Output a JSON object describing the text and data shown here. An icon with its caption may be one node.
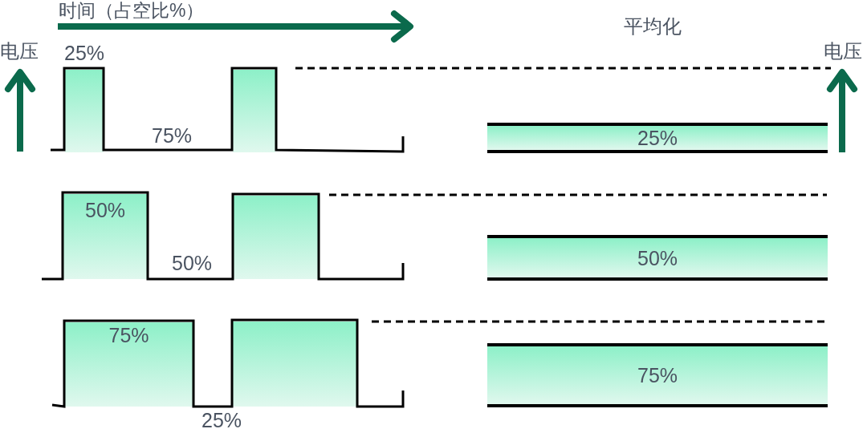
{
  "diagram": {
    "nodes": [
      {
        "text": [
          "25%"
        ]
      },
      {
        "text": [],
        "shape": "box"
      },
      {
        "text": [
          "25%"
        ]
      },
      {
        "text": [
          "50%"
        ]
      },
      {
        "text": [],
        "shape": "box"
      },
      {
        "text": [
          "50%"
        ]
      },
      {
        "text": [
          "75%"
        ]
      },
      {
        "text": [],
        "shape": "box"
      },
      {
        "text": [
          "75%"
        ]
      }
    ],
    "labels": [
      "时间（占空比%）",
      "平均化",
      "电压",
      "电压",
      "75%",
      "50%",
      "25%"
    ]
  }
}
